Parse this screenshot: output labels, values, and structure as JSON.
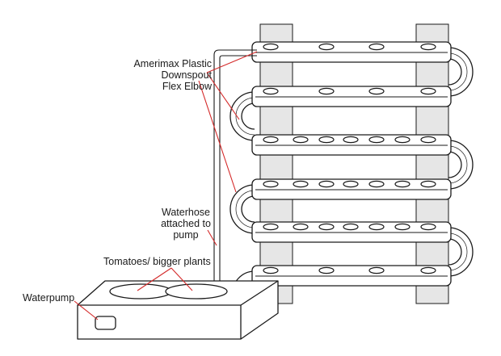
{
  "labels": {
    "elbow": [
      "Amerimax Plastic",
      "Downspout",
      "Flex Elbow"
    ],
    "hose": [
      "Waterhose",
      "attached to",
      "pump"
    ],
    "tomatoes": "Tomatoes/ bigger plants",
    "pump": "Waterpump"
  },
  "colors": {
    "line": "#1a1a1a",
    "leader": "#d42a2a",
    "post": "#e6e6e6"
  }
}
